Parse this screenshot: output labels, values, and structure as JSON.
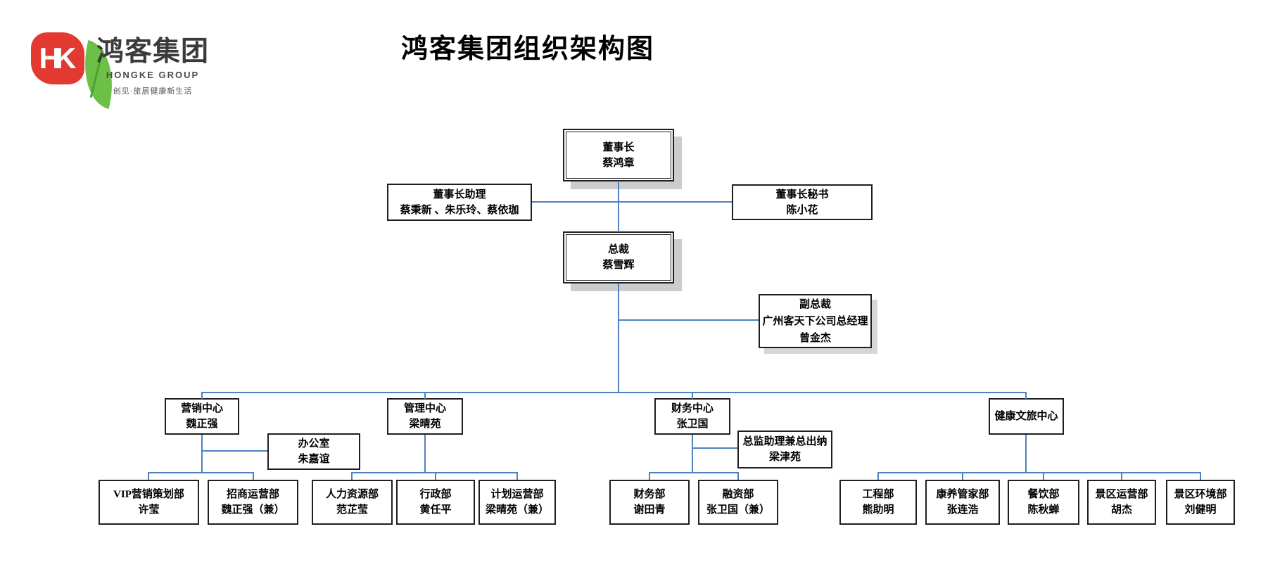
{
  "header": {
    "title": "鸿客集团组织架构图",
    "logo": {
      "monogram": "HK",
      "brand_cn": "鸿客集团",
      "brand_en": "HONGKE GROUP",
      "tagline": "创见·旅居健康新生活",
      "badge_red": "#e23a30",
      "leaf_green": "#6cbf47"
    }
  },
  "colors": {
    "connector_blue": "#4f81bd",
    "box_border": "#1f1f1f",
    "shadow_gray": "#cccccc"
  },
  "nodes": {
    "chairman": {
      "lines": [
        "董事长",
        "蔡鸿章"
      ]
    },
    "chairman_assistant": {
      "lines": [
        "董事长助理",
        "蔡秉新 、朱乐玲、蔡依珈"
      ]
    },
    "chairman_secretary": {
      "lines": [
        "董事长秘书",
        "陈小花"
      ]
    },
    "president": {
      "lines": [
        "总裁",
        "蔡雪辉"
      ]
    },
    "vice_president": {
      "lines": [
        "副总裁",
        "广州客天下公司总经理",
        "曾金杰"
      ]
    },
    "marketing_center": {
      "lines": [
        "营销中心",
        "魏正强"
      ]
    },
    "office": {
      "lines": [
        "办公室",
        "朱嘉谊"
      ]
    },
    "management_center": {
      "lines": [
        "管理中心",
        "梁晴苑"
      ]
    },
    "finance_center": {
      "lines": [
        "财务中心",
        "张卫国"
      ]
    },
    "treasury_assistant": {
      "lines": [
        "总监助理兼总出纳",
        "梁津苑"
      ]
    },
    "health_tourism_center": {
      "lines": [
        "健康文旅中心"
      ]
    },
    "vip_marketing_dept": {
      "lines": [
        "VIP营销策划部",
        "许莹"
      ]
    },
    "investment_operation_dept": {
      "lines": [
        "招商运营部",
        "魏正强（兼）"
      ]
    },
    "hr_dept": {
      "lines": [
        "人力资源部",
        "范芷莹"
      ]
    },
    "admin_dept": {
      "lines": [
        "行政部",
        "黄任平"
      ]
    },
    "planning_operation_dept": {
      "lines": [
        "计划运营部",
        "梁晴苑（兼）"
      ]
    },
    "finance_dept": {
      "lines": [
        "财务部",
        "谢田青"
      ]
    },
    "financing_dept": {
      "lines": [
        "融资部",
        "张卫国（兼）"
      ]
    },
    "engineering_dept": {
      "lines": [
        "工程部",
        "熊助明"
      ]
    },
    "wellness_butler_dept": {
      "lines": [
        "康养管家部",
        "张连浩"
      ]
    },
    "catering_dept": {
      "lines": [
        "餐饮部",
        "陈秋蝉"
      ]
    },
    "scenic_operation_dept": {
      "lines": [
        "景区运营部",
        "胡杰"
      ]
    },
    "scenic_environment_dept": {
      "lines": [
        "景区环境部",
        "刘健明"
      ]
    }
  }
}
